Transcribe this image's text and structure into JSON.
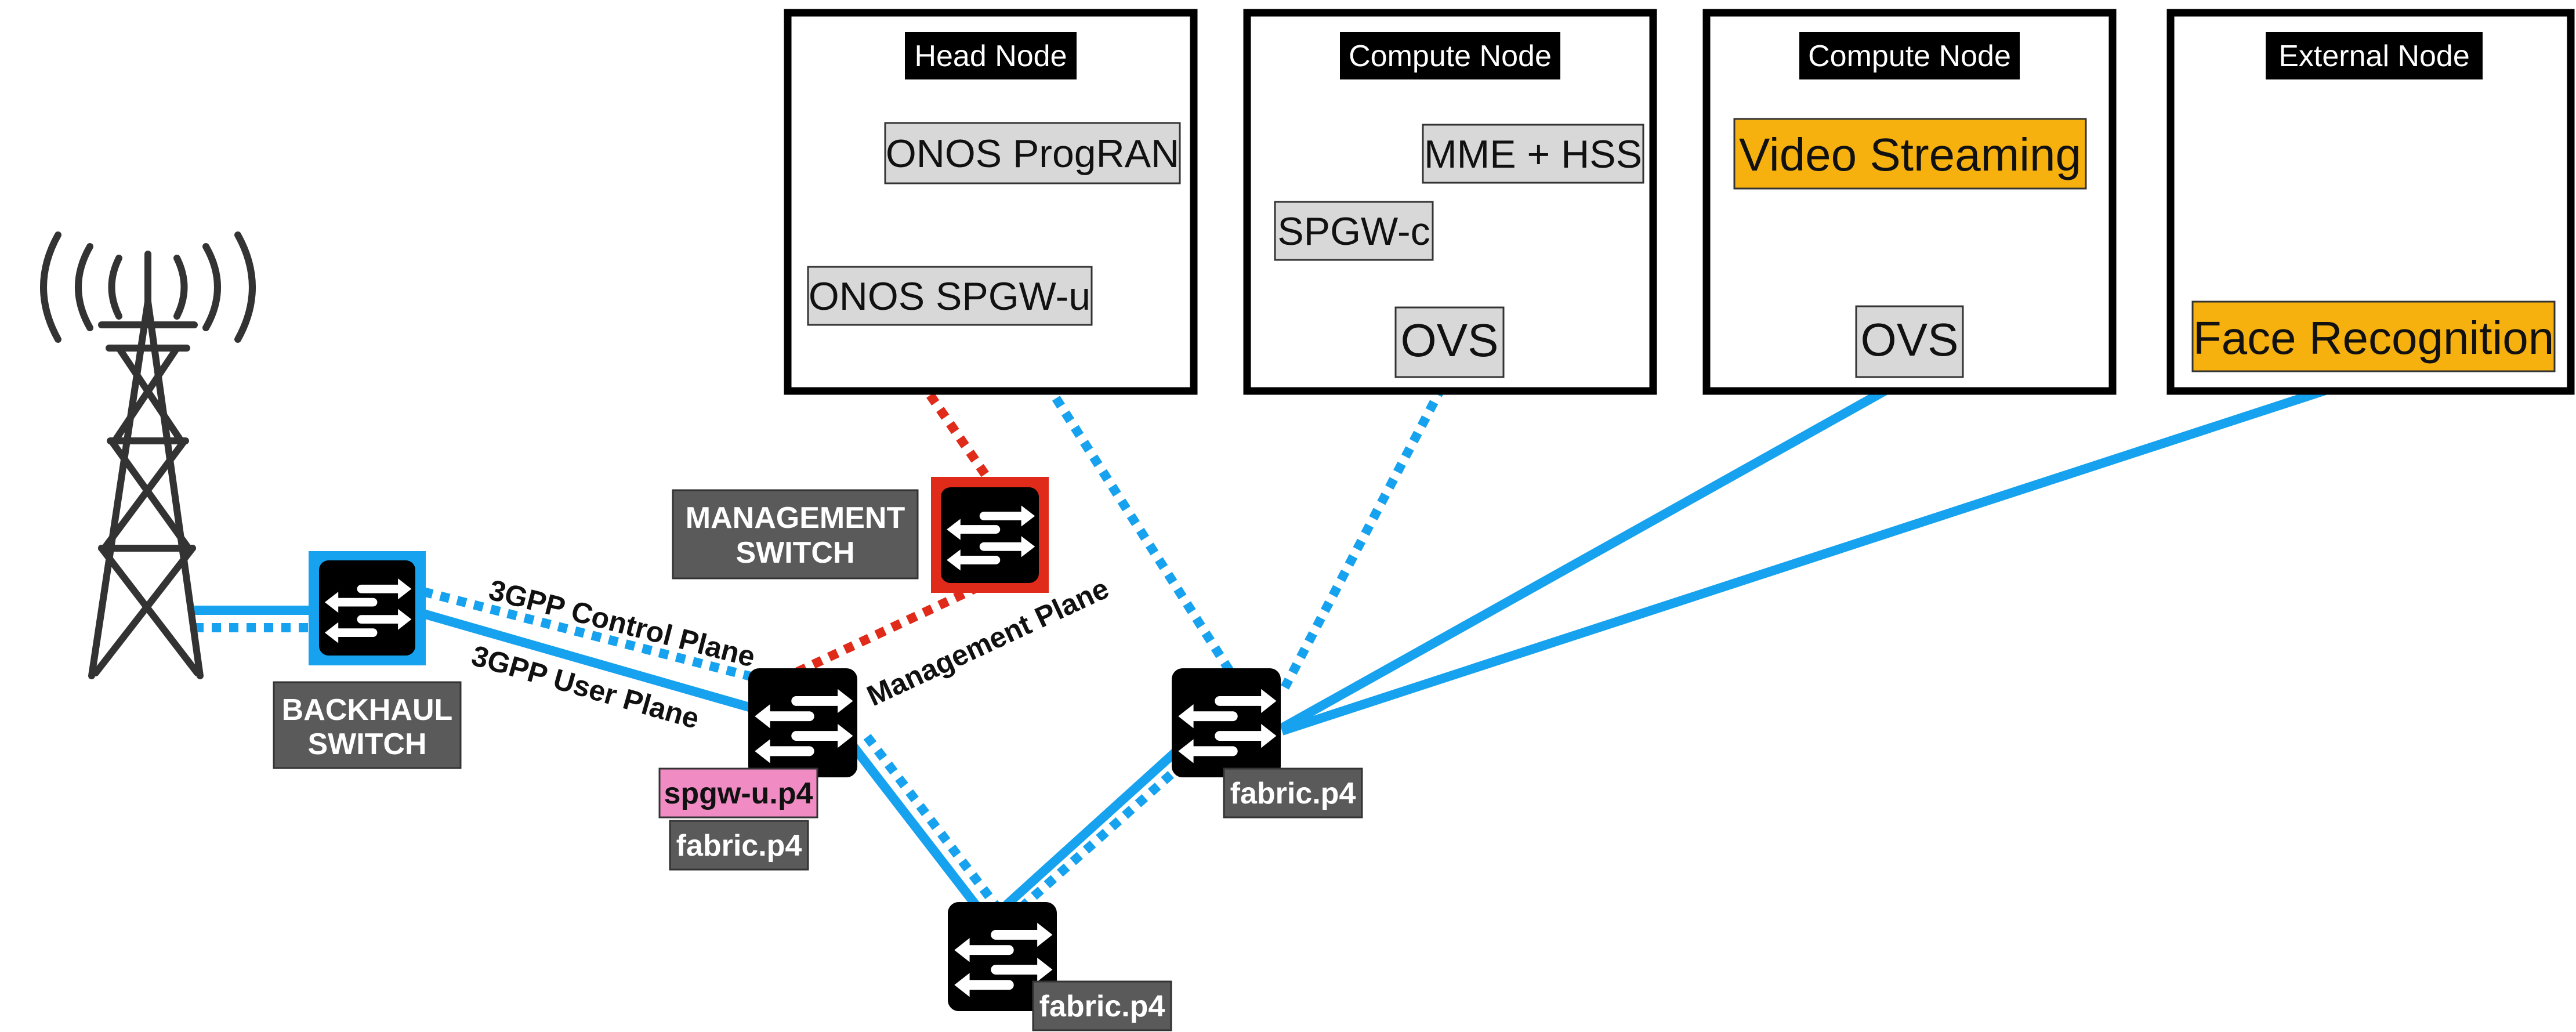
{
  "nodes": {
    "head": {
      "header": "Head Node",
      "apps": [
        "ONOS ProgRAN",
        "ONOS SPGW-u"
      ]
    },
    "compute1": {
      "header": "Compute Node",
      "apps": [
        "MME + HSS",
        "SPGW-c",
        "OVS"
      ]
    },
    "compute2": {
      "header": "Compute Node",
      "apps": [
        "Video Streaming",
        "OVS"
      ]
    },
    "external": {
      "header": "External Node",
      "apps": [
        "Face Recognition"
      ]
    }
  },
  "switches": {
    "management": {
      "label_line1": "MANAGEMENT",
      "label_line2": "SWITCH"
    },
    "backhaul": {
      "label_line1": "BACKHAUL",
      "label_line2": "SWITCH"
    },
    "spgw_tag": "spgw-u.p4",
    "fabric_tag": "fabric.p4"
  },
  "links": {
    "control_plane": "3GPP Control Plane",
    "user_plane": "3GPP User Plane",
    "management_plane": "Management Plane"
  },
  "colors": {
    "link_blue": "#16a2ee",
    "management_red": "#e02a1a",
    "app_orange": "#f6b10e",
    "p4_pink": "#f08bc4"
  }
}
